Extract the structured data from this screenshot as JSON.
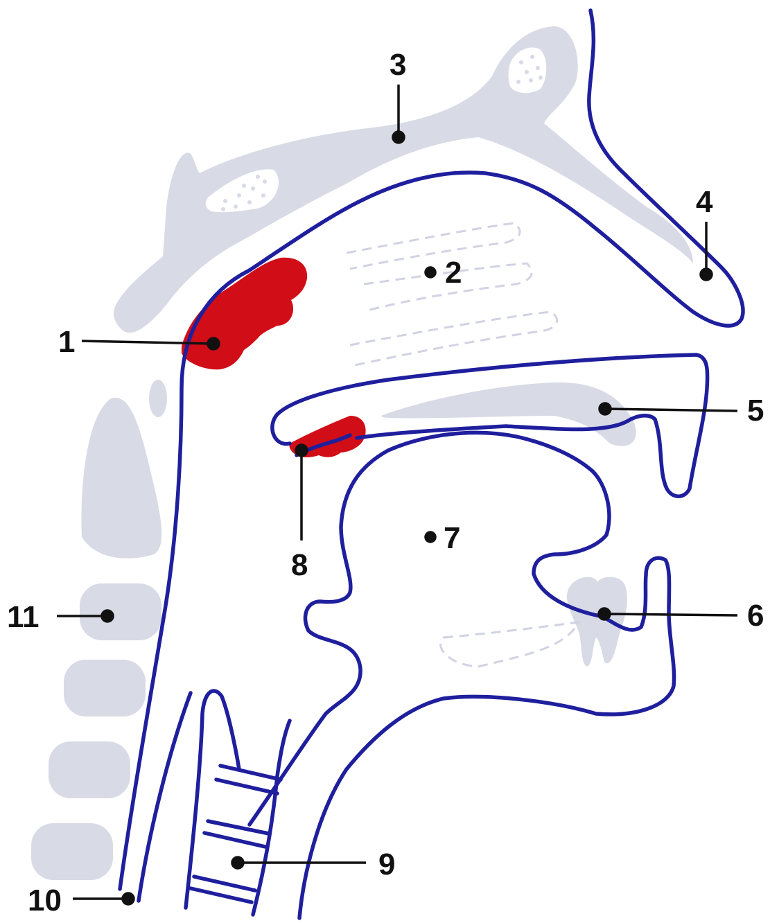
{
  "colors": {
    "outline": "#1f1f9e",
    "bone": "#d8dae6",
    "adenoid": "#d10d17",
    "leader": "#111111",
    "background": "#ffffff"
  },
  "labels": {
    "l1": "1",
    "l2": "2",
    "l3": "3",
    "l4": "4",
    "l5": "5",
    "l6": "6",
    "l7": "7",
    "l8": "8",
    "l9": "9",
    "l10": "10",
    "l11": "11"
  }
}
